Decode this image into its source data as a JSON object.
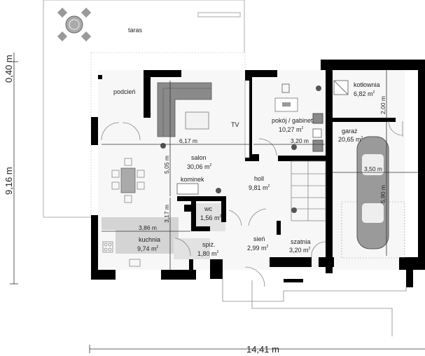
{
  "rooms": {
    "taras": {
      "name": "taras"
    },
    "podcien": {
      "name": "podcień"
    },
    "tv": {
      "name": "TV"
    },
    "pokoj": {
      "name": "pokój / gabinet",
      "area": "10,27 m"
    },
    "kotlownia": {
      "name": "kotłownia",
      "area": "6,82 m"
    },
    "garaz": {
      "name": "garaż",
      "area": "20,65 m"
    },
    "salon": {
      "name": "salon",
      "area": "30,06 m"
    },
    "holl": {
      "name": "holl",
      "area": "9,81 m"
    },
    "kominek": {
      "name": "kominek"
    },
    "wc": {
      "name": "wc",
      "area": "1,56 m"
    },
    "kuchnia": {
      "name": "kuchnia",
      "area": "9,74 m"
    },
    "spiz": {
      "name": "spiż.",
      "area": "1,80 m"
    },
    "sien": {
      "name": "sień",
      "area": "2,99 m"
    },
    "szatnia": {
      "name": "szatnia",
      "area": "3,20 m"
    }
  },
  "sup": "2",
  "dimensions": {
    "salon_width": "6,17 m",
    "pokoj_width": "3,20 m",
    "salon_depth": "5,05 m",
    "kitchen_depth": "3,17 m",
    "kitchen_width": "3,86 m",
    "kotlownia_depth": "2,00 m",
    "garage_width": "3,50 m",
    "garage_depth": "5,90 m",
    "total_width": "14,41 m",
    "total_depth": "9,16 m",
    "offset": "0,40 m"
  },
  "colors": {
    "wall": "#000000",
    "furniture": "#8a8a8a",
    "kitchen": "#d4d4d4"
  }
}
